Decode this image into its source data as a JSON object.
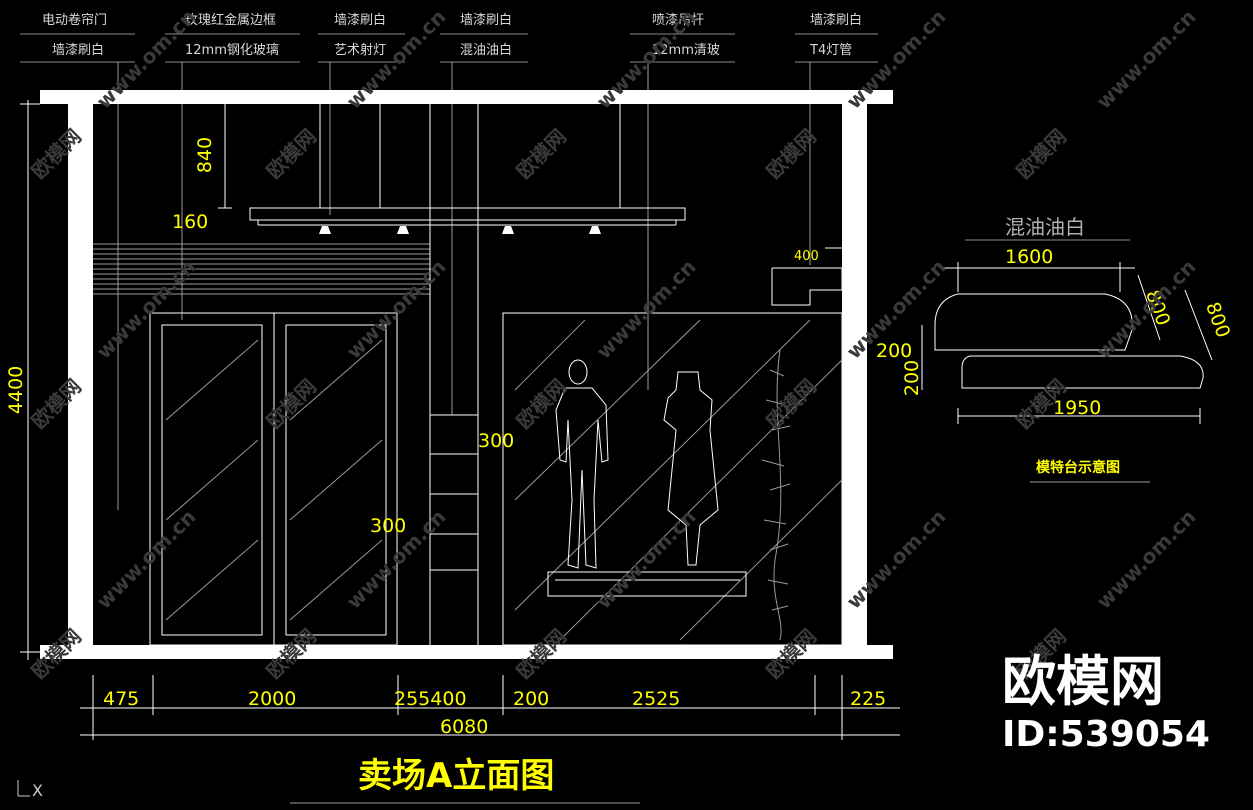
{
  "callouts": [
    {
      "top": "电动卷帘门",
      "bottom": "墙漆刷白"
    },
    {
      "top": "玫瑰红金属边框",
      "bottom": "12mm钢化玻璃"
    },
    {
      "top": "墙漆刷白",
      "bottom": "艺术射灯"
    },
    {
      "top": "墙漆刷白",
      "bottom": "混油油白"
    },
    {
      "top": "喷漆吊杆",
      "bottom": "12mm清玻"
    },
    {
      "top": "墙漆刷白",
      "bottom": "T4灯管"
    }
  ],
  "dims": {
    "height_total": "4400",
    "d840": "840",
    "d160": "160",
    "d400": "400",
    "d300a": "300",
    "d300b": "300",
    "bottom": [
      "475",
      "2000",
      "255400",
      "200",
      "2525",
      "225"
    ],
    "total": "6080"
  },
  "title": "卖场A立面图",
  "detail": {
    "material": "混油油白",
    "top_width": "1600",
    "bottom_width": "1950",
    "h1": "200",
    "h2": "200",
    "depth1": "800",
    "depth2": "800",
    "caption": "模特台示意图"
  },
  "watermark": {
    "cn": "欧模网",
    "url": "www.om.cn"
  },
  "logo": {
    "name": "欧模网",
    "id": "ID:539054"
  },
  "axis_marker": "X"
}
